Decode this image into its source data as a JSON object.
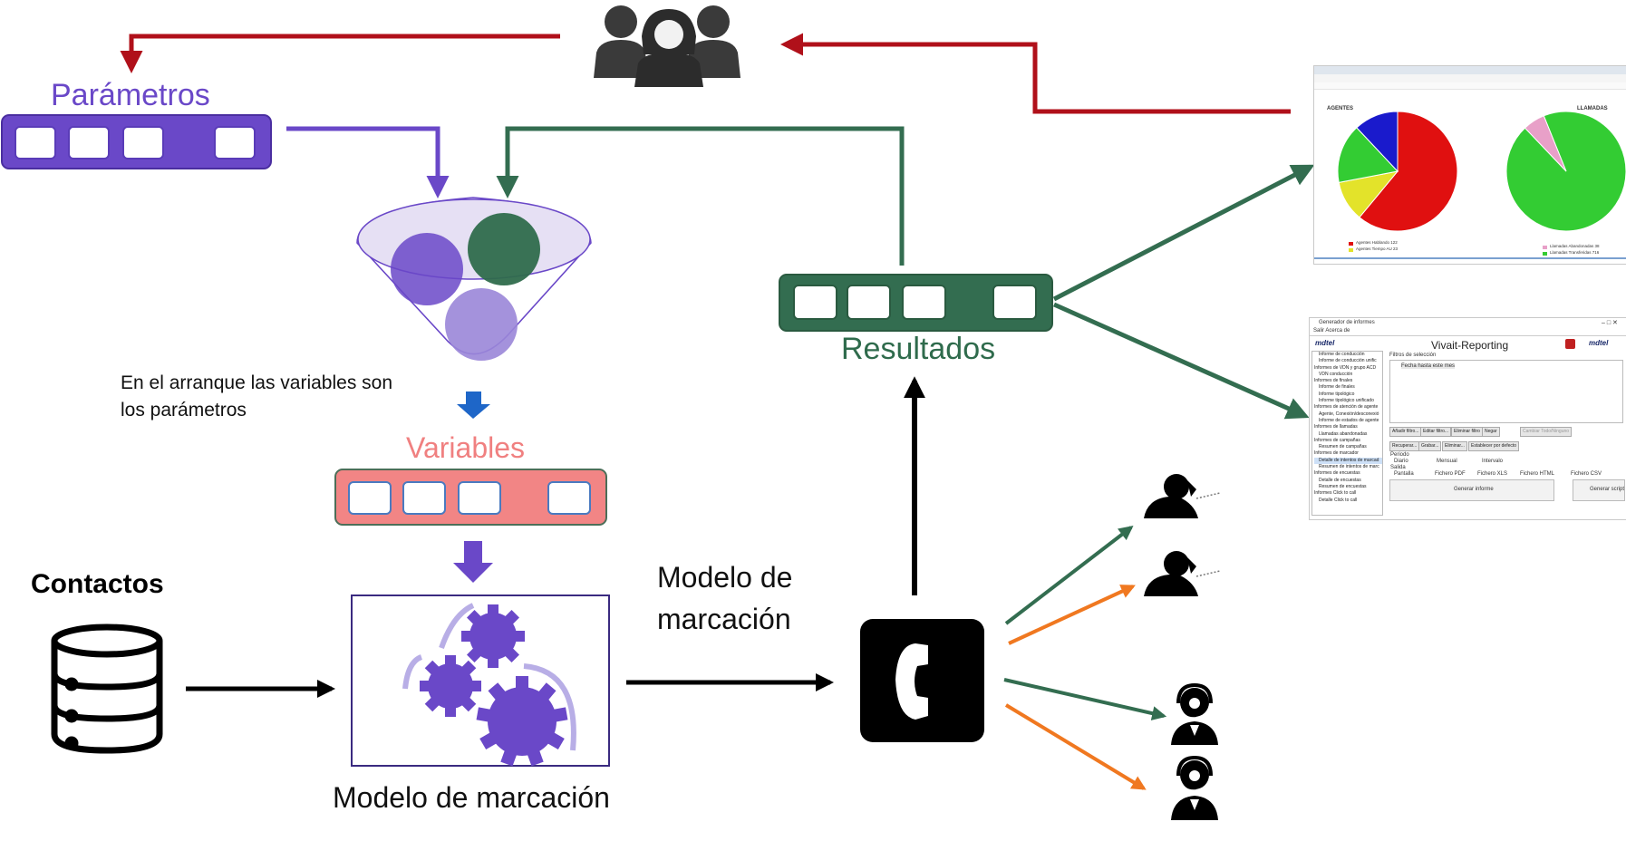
{
  "labels": {
    "parametros": "Parámetros",
    "variables": "Variables",
    "resultados": "Resultados",
    "contactos": "Contactos",
    "nota": "En el arranque las variables son los parámetros",
    "modelo_flecha": "Modelo de marcación",
    "modelo_caja": "Modelo de marcación"
  },
  "colors": {
    "parametros": "#6a48c8",
    "variables": "#f28585",
    "resultados": "#336d50",
    "feedback_red": "#b0101a",
    "orange": "#f07820",
    "black": "#000000"
  },
  "icons": [
    "team-icon",
    "database-icon",
    "gears-icon",
    "phone-icon",
    "caller-icon",
    "headset-agent-icon",
    "funnel-icon"
  ],
  "shot_charts": {
    "left_title": "AGENTES",
    "right_title": "LLAMADAS",
    "legend_left": [
      "Agentes Hablando 122",
      "Agentes Tiempo AU 23"
    ],
    "legend_right": [
      "Llamadas Abandonadas 38",
      "Llamadas Transferidas 716"
    ]
  },
  "chart_data": [
    {
      "type": "pie",
      "title": "AGENTES",
      "slices": [
        {
          "label": "red",
          "value": 61,
          "color": "#e01010"
        },
        {
          "label": "yellow",
          "value": 11,
          "color": "#e3e32a"
        },
        {
          "label": "green",
          "value": 16,
          "color": "#33cc33"
        },
        {
          "label": "blue",
          "value": 12,
          "color": "#1a1acc"
        }
      ]
    },
    {
      "type": "pie",
      "title": "LLAMADAS",
      "slices": [
        {
          "label": "green",
          "value": 94,
          "color": "#33cc33"
        },
        {
          "label": "pink",
          "value": 6,
          "color": "#e8a0c8"
        }
      ]
    }
  ],
  "shot_report": {
    "window_title": "Generador de informes",
    "menu": "Salir   Acerca de",
    "app_title": "Vivait-Reporting",
    "logo": "mdtel",
    "filters_label": "Filtros de selección",
    "filter_item": "Fecha hasta este mes",
    "tree": [
      "Informe de conducción",
      "Informe de conducción unific",
      "Informes de VDN y grupo ACD",
      "VDN conducción",
      "Informes de finales",
      "Informe de finales",
      "Informe tipológico",
      "Informe tipológico unificado",
      "Informes de atención de agente",
      "Agente, Conexión/desconexió",
      "Informe de estados de agente",
      "Informes de llamadas",
      "Llamadas abandonadas",
      "Informes de campañas",
      "Resumen de campañas",
      "Informes de marcador",
      "Detalle de intentos de marcad",
      "Resumen de intentos de marc",
      "Informes de encuestas",
      "Detalle de encuestas",
      "Resumen de encuestas",
      "Informes Click to call",
      "Detalle Click to call"
    ],
    "buttons": [
      "Añadir filtro...",
      "Editar filtro...",
      "Eliminar filtro",
      "Negar",
      "Cambiar Todo/Ninguno"
    ],
    "buttons2": [
      "Recuperar...",
      "Grabar...",
      "Eliminar...",
      "Establecer por defecto"
    ],
    "periodo": "Periodo",
    "salida": "Salida",
    "radios1": [
      "Diario",
      "Mensual",
      "Intervalo"
    ],
    "radios2": [
      "Pantalla",
      "Fichero PDF",
      "Fichero XLS",
      "Fichero HTML",
      "Fichero CSV"
    ],
    "generar_informe": "Generar informe",
    "generar_script": "Generar script"
  }
}
